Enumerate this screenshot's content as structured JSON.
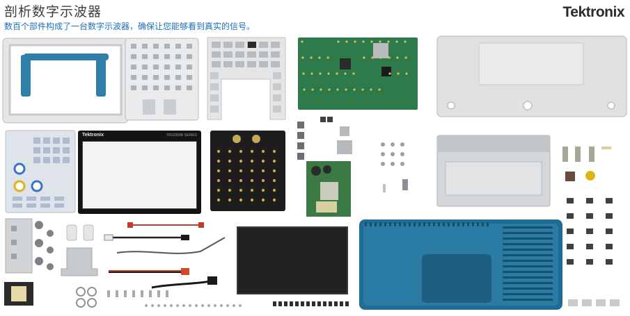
{
  "header": {
    "title": "剖析数字示波器",
    "subtitle": "数百个部件构成了一台数字示波器，确保让您能够看到真实的信号。",
    "logo_text": "Tektronix"
  },
  "parts": {
    "display_bezel_brand": "Tektronix",
    "display_bezel_series": "TBS2000B SERIES"
  },
  "colors": {
    "title": "#3d3d3d",
    "subtitle": "#1d6fb8",
    "handle_blue": "#2f7fa8",
    "case_blue": "#1f6c93",
    "pcb_green": "#2f7a4b",
    "pcb_black": "#1d1d1d",
    "metal_gray": "#d8dadc"
  }
}
